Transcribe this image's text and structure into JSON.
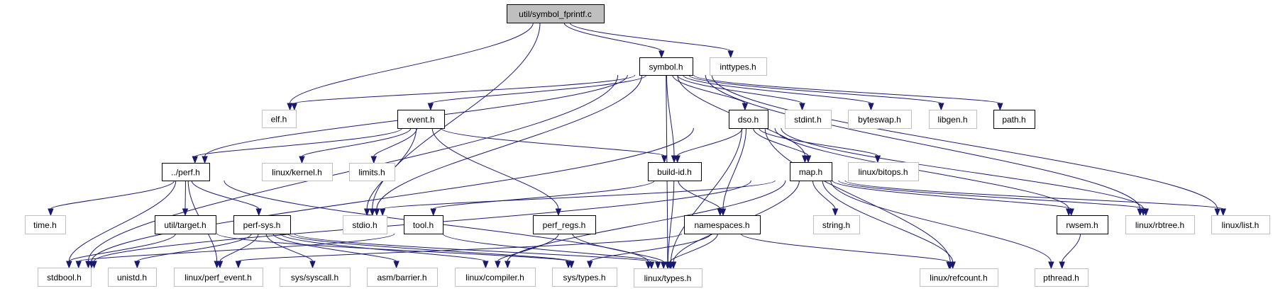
{
  "title": "util/symbol_fprintf.c include dependency graph",
  "colors": {
    "edge": "#191970",
    "root_fill": "#bfbfbf",
    "documented_border": "#000000",
    "external_border": "#bfbfbf"
  },
  "nodes": [
    {
      "id": "root",
      "label": "util/symbol_fprintf.c",
      "kind": "root"
    },
    {
      "id": "symbol",
      "label": "symbol.h",
      "kind": "doc"
    },
    {
      "id": "inttypes",
      "label": "inttypes.h",
      "kind": "ext"
    },
    {
      "id": "elf",
      "label": "elf.h",
      "kind": "ext"
    },
    {
      "id": "event",
      "label": "event.h",
      "kind": "doc"
    },
    {
      "id": "dso",
      "label": "dso.h",
      "kind": "doc"
    },
    {
      "id": "stdint",
      "label": "stdint.h",
      "kind": "ext"
    },
    {
      "id": "byteswap",
      "label": "byteswap.h",
      "kind": "ext"
    },
    {
      "id": "libgen",
      "label": "libgen.h",
      "kind": "ext"
    },
    {
      "id": "path",
      "label": "path.h",
      "kind": "doc"
    },
    {
      "id": "perf",
      "label": "../perf.h",
      "kind": "doc"
    },
    {
      "id": "kernel",
      "label": "linux/kernel.h",
      "kind": "ext"
    },
    {
      "id": "limits",
      "label": "limits.h",
      "kind": "ext"
    },
    {
      "id": "buildid",
      "label": "build-id.h",
      "kind": "doc"
    },
    {
      "id": "map",
      "label": "map.h",
      "kind": "doc"
    },
    {
      "id": "bitops",
      "label": "linux/bitops.h",
      "kind": "ext"
    },
    {
      "id": "time",
      "label": "time.h",
      "kind": "ext"
    },
    {
      "id": "target",
      "label": "util/target.h",
      "kind": "doc"
    },
    {
      "id": "perfsys",
      "label": "perf-sys.h",
      "kind": "doc"
    },
    {
      "id": "stdio",
      "label": "stdio.h",
      "kind": "ext"
    },
    {
      "id": "tool",
      "label": "tool.h",
      "kind": "doc"
    },
    {
      "id": "perfregs",
      "label": "perf_regs.h",
      "kind": "doc"
    },
    {
      "id": "namespaces",
      "label": "namespaces.h",
      "kind": "doc"
    },
    {
      "id": "string",
      "label": "string.h",
      "kind": "ext"
    },
    {
      "id": "rwsem",
      "label": "rwsem.h",
      "kind": "doc"
    },
    {
      "id": "rbtree",
      "label": "linux/rbtree.h",
      "kind": "ext"
    },
    {
      "id": "list",
      "label": "linux/list.h",
      "kind": "ext"
    },
    {
      "id": "stdbool",
      "label": "stdbool.h",
      "kind": "ext"
    },
    {
      "id": "unistd",
      "label": "unistd.h",
      "kind": "ext"
    },
    {
      "id": "perfevent",
      "label": "linux/perf_event.h",
      "kind": "ext"
    },
    {
      "id": "syscall",
      "label": "sys/syscall.h",
      "kind": "ext"
    },
    {
      "id": "barrier",
      "label": "asm/barrier.h",
      "kind": "ext"
    },
    {
      "id": "compiler",
      "label": "linux/compiler.h",
      "kind": "ext"
    },
    {
      "id": "systypes",
      "label": "sys/types.h",
      "kind": "ext"
    },
    {
      "id": "linuxtypes",
      "label": "linux/types.h",
      "kind": "ext"
    },
    {
      "id": "refcount",
      "label": "linux/refcount.h",
      "kind": "ext"
    },
    {
      "id": "pthread",
      "label": "pthread.h",
      "kind": "ext"
    }
  ],
  "edges": [
    [
      "root",
      "symbol"
    ],
    [
      "root",
      "inttypes"
    ],
    [
      "root",
      "elf"
    ],
    [
      "root",
      "stdio"
    ],
    [
      "symbol",
      "elf"
    ],
    [
      "symbol",
      "event"
    ],
    [
      "symbol",
      "dso"
    ],
    [
      "symbol",
      "stdint"
    ],
    [
      "symbol",
      "byteswap"
    ],
    [
      "symbol",
      "libgen"
    ],
    [
      "symbol",
      "path"
    ],
    [
      "symbol",
      "perf"
    ],
    [
      "symbol",
      "buildid"
    ],
    [
      "symbol",
      "map"
    ],
    [
      "symbol",
      "stdio"
    ],
    [
      "symbol",
      "stdbool"
    ],
    [
      "symbol",
      "linuxtypes"
    ],
    [
      "symbol",
      "rbtree"
    ],
    [
      "symbol",
      "list"
    ],
    [
      "event",
      "perf"
    ],
    [
      "event",
      "kernel"
    ],
    [
      "event",
      "limits"
    ],
    [
      "event",
      "stdio"
    ],
    [
      "event",
      "buildid"
    ],
    [
      "event",
      "perfregs"
    ],
    [
      "dso",
      "buildid"
    ],
    [
      "dso",
      "map"
    ],
    [
      "dso",
      "bitops"
    ],
    [
      "dso",
      "namespaces"
    ],
    [
      "dso",
      "stdbool"
    ],
    [
      "dso",
      "linuxtypes"
    ],
    [
      "dso",
      "refcount"
    ],
    [
      "dso",
      "rwsem"
    ],
    [
      "dso",
      "rbtree"
    ],
    [
      "perf",
      "time"
    ],
    [
      "perf",
      "target"
    ],
    [
      "perf",
      "perfsys"
    ],
    [
      "perf",
      "stdbool"
    ],
    [
      "perf",
      "perfevent"
    ],
    [
      "perf",
      "linuxtypes"
    ],
    [
      "buildid",
      "tool"
    ],
    [
      "buildid",
      "namespaces"
    ],
    [
      "buildid",
      "linuxtypes"
    ],
    [
      "map",
      "stdio"
    ],
    [
      "map",
      "string"
    ],
    [
      "map",
      "rwsem"
    ],
    [
      "map",
      "rbtree"
    ],
    [
      "map",
      "list"
    ],
    [
      "map",
      "refcount"
    ],
    [
      "map",
      "pthread"
    ],
    [
      "map",
      "linuxtypes"
    ],
    [
      "map",
      "compiler"
    ],
    [
      "map",
      "stdbool"
    ],
    [
      "target",
      "stdbool"
    ],
    [
      "target",
      "systypes"
    ],
    [
      "perfsys",
      "unistd"
    ],
    [
      "perfsys",
      "perfevent"
    ],
    [
      "perfsys",
      "syscall"
    ],
    [
      "perfsys",
      "barrier"
    ],
    [
      "perfsys",
      "compiler"
    ],
    [
      "perfsys",
      "systypes"
    ],
    [
      "perfsys",
      "linuxtypes"
    ],
    [
      "tool",
      "stdbool"
    ],
    [
      "tool",
      "linuxtypes"
    ],
    [
      "perfregs",
      "compiler"
    ],
    [
      "perfregs",
      "linuxtypes"
    ],
    [
      "namespaces",
      "systypes"
    ],
    [
      "namespaces",
      "linuxtypes"
    ],
    [
      "namespaces",
      "refcount"
    ],
    [
      "namespaces",
      "perfevent"
    ],
    [
      "rwsem",
      "pthread"
    ]
  ]
}
